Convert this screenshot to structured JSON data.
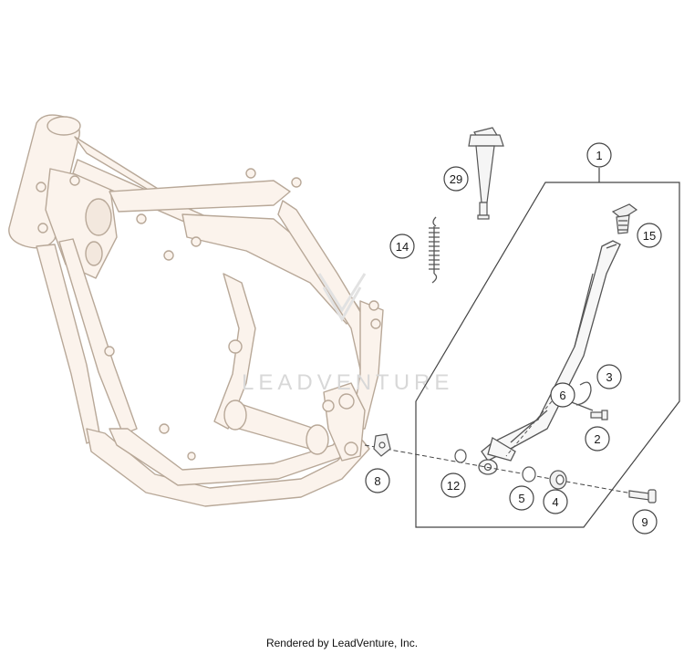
{
  "watermark": "LEADVENTURE",
  "footer": "Rendered by LeadVenture, Inc.",
  "callouts": [
    "1",
    "2",
    "3",
    "4",
    "5",
    "6",
    "8",
    "9",
    "12",
    "14",
    "15",
    "29"
  ],
  "colors": {
    "line": "#555555",
    "frame_fill": "#fbf3ec",
    "frame_stroke": "#b8a898",
    "callout_stroke": "#444444"
  }
}
